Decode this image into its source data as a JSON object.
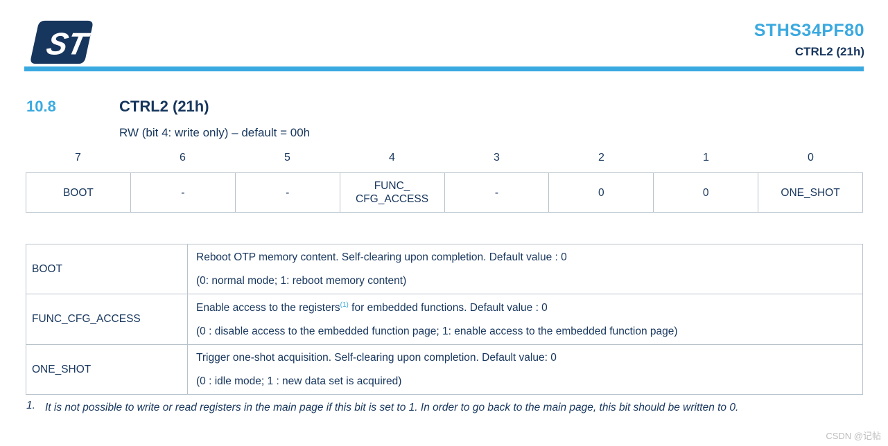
{
  "header": {
    "logo_text": "ST",
    "doc_title": "STHS34PF80",
    "doc_subtitle": "CTRL2 (21h)"
  },
  "section": {
    "number": "10.8",
    "title": "CTRL2 (21h)",
    "subtitle": "RW (bit 4: write only) – default = 00h"
  },
  "bit_table": {
    "bits": [
      "7",
      "6",
      "5",
      "4",
      "3",
      "2",
      "1",
      "0"
    ],
    "cells": [
      "BOOT",
      "-",
      "-",
      {
        "line1": "FUNC_",
        "line2": "CFG_ACCESS"
      },
      "-",
      "0",
      "0",
      "ONE_SHOT"
    ]
  },
  "description_table": {
    "rows": [
      {
        "name": "BOOT",
        "line1": "Reboot OTP memory content. Self-clearing upon completion. Default value : 0",
        "line2": "(0: normal mode; 1: reboot memory content)"
      },
      {
        "name": "FUNC_CFG_ACCESS",
        "line1_pre": "Enable access to the registers",
        "footnote_ref": "(1)",
        "line1_post": " for embedded functions. Default value : 0",
        "line2": "(0 : disable access to the embedded function page; 1: enable access to the embedded function page)"
      },
      {
        "name": "ONE_SHOT",
        "line1": "Trigger one-shot acquisition. Self-clearing upon completion. Default value: 0",
        "line2": "(0 : idle mode; 1 : new data set is acquired)"
      }
    ]
  },
  "footnote": {
    "number": "1.",
    "text": "It is not possible to write or read registers in the main page if this bit is set to 1. In order to go back to the main page, this bit should be written to 0."
  },
  "watermark": "CSDN @记帖",
  "colors": {
    "navy": "#17365d",
    "light_blue": "#3aa9e0",
    "table_border": "#b8c2cb"
  }
}
